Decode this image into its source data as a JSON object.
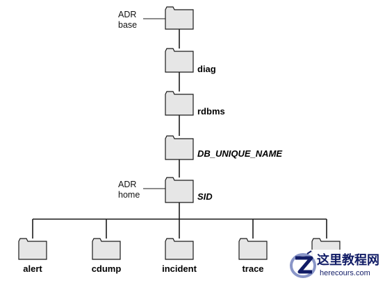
{
  "diagram": {
    "nodes": {
      "adr_base_folder": {
        "label": ""
      },
      "diag": {
        "label": "diag"
      },
      "rdbms": {
        "label": "rdbms"
      },
      "db_unique_name": {
        "label": "DB_UNIQUE_NAME"
      },
      "sid": {
        "label": "SID"
      }
    },
    "callouts": {
      "adr_base": {
        "line1": "ADR",
        "line2": "base"
      },
      "adr_home": {
        "line1": "ADR",
        "line2": "home"
      }
    },
    "children": [
      {
        "key": "alert",
        "label": "alert"
      },
      {
        "key": "cdump",
        "label": "cdump"
      },
      {
        "key": "incident",
        "label": "incident"
      },
      {
        "key": "trace",
        "label": "trace"
      },
      {
        "key": "hm",
        "label": ""
      }
    ]
  },
  "watermark": {
    "cn": "这里教程网",
    "en": "herecours.com",
    "color": "#111c66"
  }
}
